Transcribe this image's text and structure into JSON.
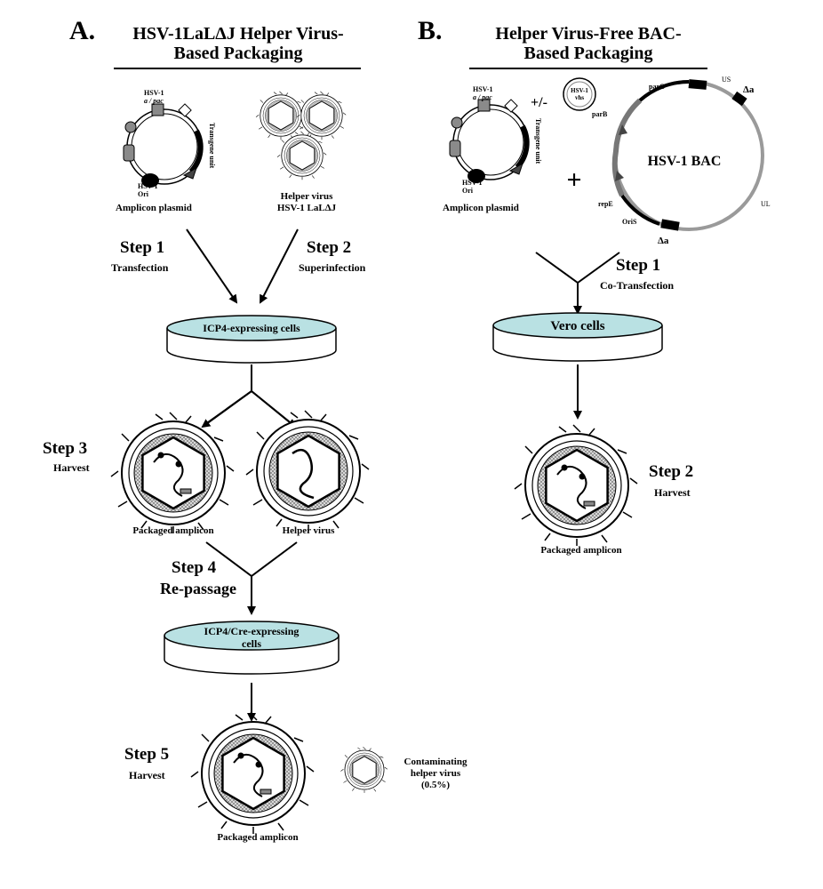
{
  "panelA": {
    "letter": "A.",
    "title_line1": "HSV-1LaLΔJ Helper Virus-",
    "title_line2": "Based Packaging",
    "plasmid": {
      "site_top_1": "HSV-1",
      "site_top_2": "a / pac",
      "ori_1": "HSV-1",
      "ori_2": "Ori",
      "transgene": "Transgene unit",
      "caption": "Amplicon plasmid"
    },
    "helper_caption_1": "Helper virus",
    "helper_caption_2": "HSV-1 LaLΔJ",
    "step1": {
      "label": "Step 1",
      "sub": "Transfection"
    },
    "step2": {
      "label": "Step 2",
      "sub": "Superinfection"
    },
    "dish1": "ICP4-expressing cells",
    "step3": {
      "label": "Step 3",
      "sub": "Harvest"
    },
    "packaged_caption": "Packaged amplicon",
    "helper_virus_caption": "Helper virus",
    "step4": {
      "label": "Step 4",
      "sub": "Re-passage"
    },
    "dish2_line1": "ICP4/Cre-expressing",
    "dish2_line2": "cells",
    "step5": {
      "label": "Step 5",
      "sub": "Harvest"
    },
    "final_caption": "Packaged amplicon",
    "contam_1": "Contaminating",
    "contam_2": "helper virus",
    "contam_3": "(0.5%)"
  },
  "panelB": {
    "letter": "B.",
    "title_line1": "Helper Virus-Free BAC-",
    "title_line2": "Based Packaging",
    "plasmid": {
      "site_top_1": "HSV-1",
      "site_top_2": "a / pac",
      "ori_1": "HSV-1",
      "ori_2": "Ori",
      "transgene": "Transgene unit",
      "caption": "Amplicon plasmid"
    },
    "plusminus": "+/-",
    "vhs_1": "HSV-1",
    "vhs_2": "vhs",
    "plus": "+",
    "bac": {
      "center": "HSV-1 BAC",
      "parC": "parC",
      "parB": "parB",
      "repE": "repE",
      "oriS": "OriS",
      "delta_a_top": "Δa",
      "delta_a_bottom": "Δa",
      "us": "US",
      "ul": "UL"
    },
    "step1": {
      "label": "Step 1",
      "sub": "Co-Transfection"
    },
    "dish": "Vero cells",
    "step2": {
      "label": "Step 2",
      "sub": "Harvest"
    },
    "packaged_caption": "Packaged amplicon"
  },
  "colors": {
    "dish_fill": "#b9e1e3",
    "capsid_hatch": "#7a7a7a",
    "bac_gray": "#9a9a9a",
    "line": "#000000"
  }
}
